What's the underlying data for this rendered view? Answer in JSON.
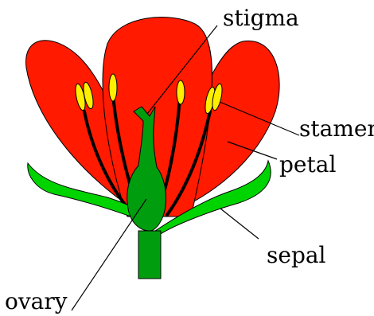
{
  "labels": {
    "stigma": "stigma",
    "stamen": "stamen",
    "petal": "petal",
    "sepal": "sepal",
    "ovary": "ovary"
  },
  "colors": {
    "petal": "#ff1a00",
    "sepal": "#00d400",
    "pistil": "#009e0f",
    "anther": "#ffee00",
    "outline": "#000000",
    "background": "#ffffff"
  }
}
